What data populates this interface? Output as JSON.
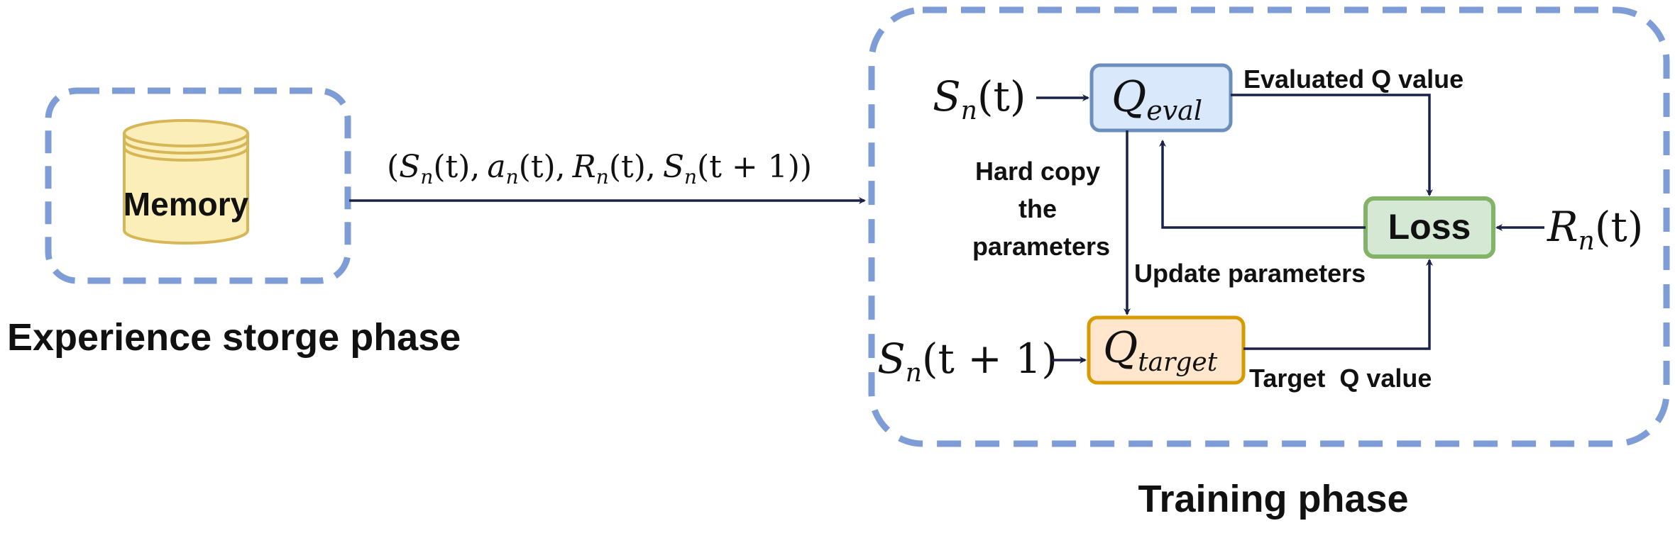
{
  "diagram": {
    "experience_phase": {
      "title": "Experience storge phase",
      "memory_label": "Memory"
    },
    "transition_tuple": {
      "open": "(",
      "s1": "S",
      "s1_sub": "n",
      "s1_arg": "(t),",
      "a": "a",
      "a_sub": "n",
      "a_arg": "(t),",
      "r": "R",
      "r_sub": "n",
      "r_arg": "(t),",
      "s2": "S",
      "s2_sub": "n",
      "s2_arg": "(t + 1))"
    },
    "training_phase": {
      "title": "Training phase",
      "q_eval": {
        "main": "Q",
        "sub": "eval"
      },
      "q_target": {
        "main": "Q",
        "sub": "target"
      },
      "loss_label": "Loss",
      "input_state": {
        "main": "S",
        "sub": "n",
        "arg": "(t)"
      },
      "input_next_state": {
        "main": "S",
        "sub": "n",
        "arg": "(t + 1)"
      },
      "input_reward": {
        "main": "R",
        "sub": "n",
        "arg": "(t)"
      },
      "evaluated_q_label": "Evaluated Q value",
      "target_q_label": "Target  Q value",
      "hard_copy_line1": "Hard copy",
      "hard_copy_line2": "the",
      "hard_copy_line3": "parameters",
      "update_params_label": "Update parameters"
    },
    "colors": {
      "dashed_border": "#7e9dd6",
      "arrow": "#1a2247",
      "memory_fill": "#fbeeb8",
      "memory_stroke": "#d6b656",
      "q_eval_fill": "#dae8fc",
      "q_eval_stroke": "#6c8ebf",
      "q_target_fill": "#ffe6cc",
      "q_target_stroke": "#d79b00",
      "loss_fill": "#d5e8d4",
      "loss_stroke": "#82b366"
    }
  }
}
